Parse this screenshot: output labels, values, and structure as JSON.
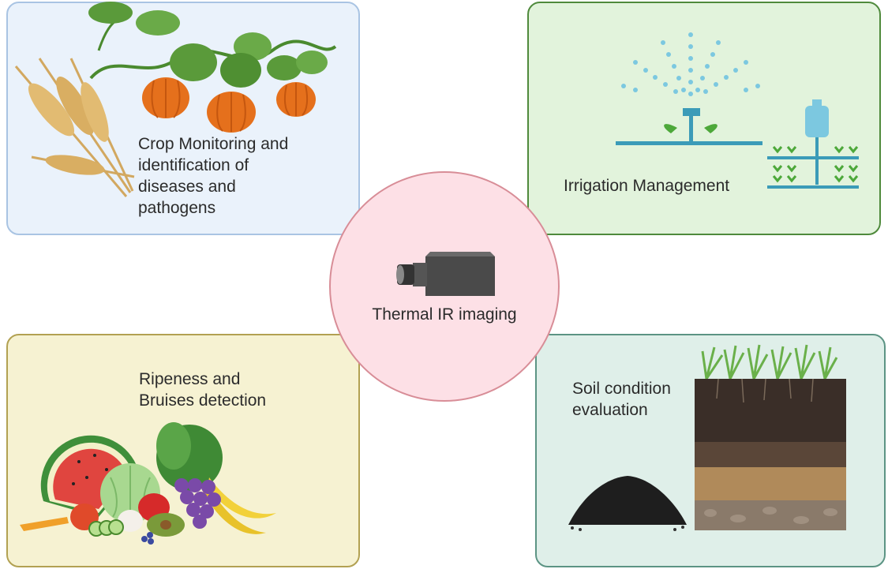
{
  "center": {
    "label": "Thermal IR imaging",
    "icon": "thermal-camera-icon"
  },
  "panels": {
    "crop": {
      "label": "Crop Monitoring and\nidentification of\ndiseases and\npathogens",
      "icon": "pumpkin-vine-wheat-icon"
    },
    "irrigation": {
      "label": "Irrigation Management",
      "icon": "sprinkler-icon"
    },
    "ripeness": {
      "label": "Ripeness and\nBruises detection",
      "icon": "fruits-vegetables-icon"
    },
    "soil": {
      "label": "Soil condition\nevaluation",
      "icon": "soil-profile-icon"
    }
  },
  "colors": {
    "crop_bg": "#eaf2fb",
    "irrigation_bg": "#e2f3dc",
    "ripeness_bg": "#f6f2d2",
    "soil_bg": "#dfefe9",
    "center_bg": "#fde0e6"
  }
}
